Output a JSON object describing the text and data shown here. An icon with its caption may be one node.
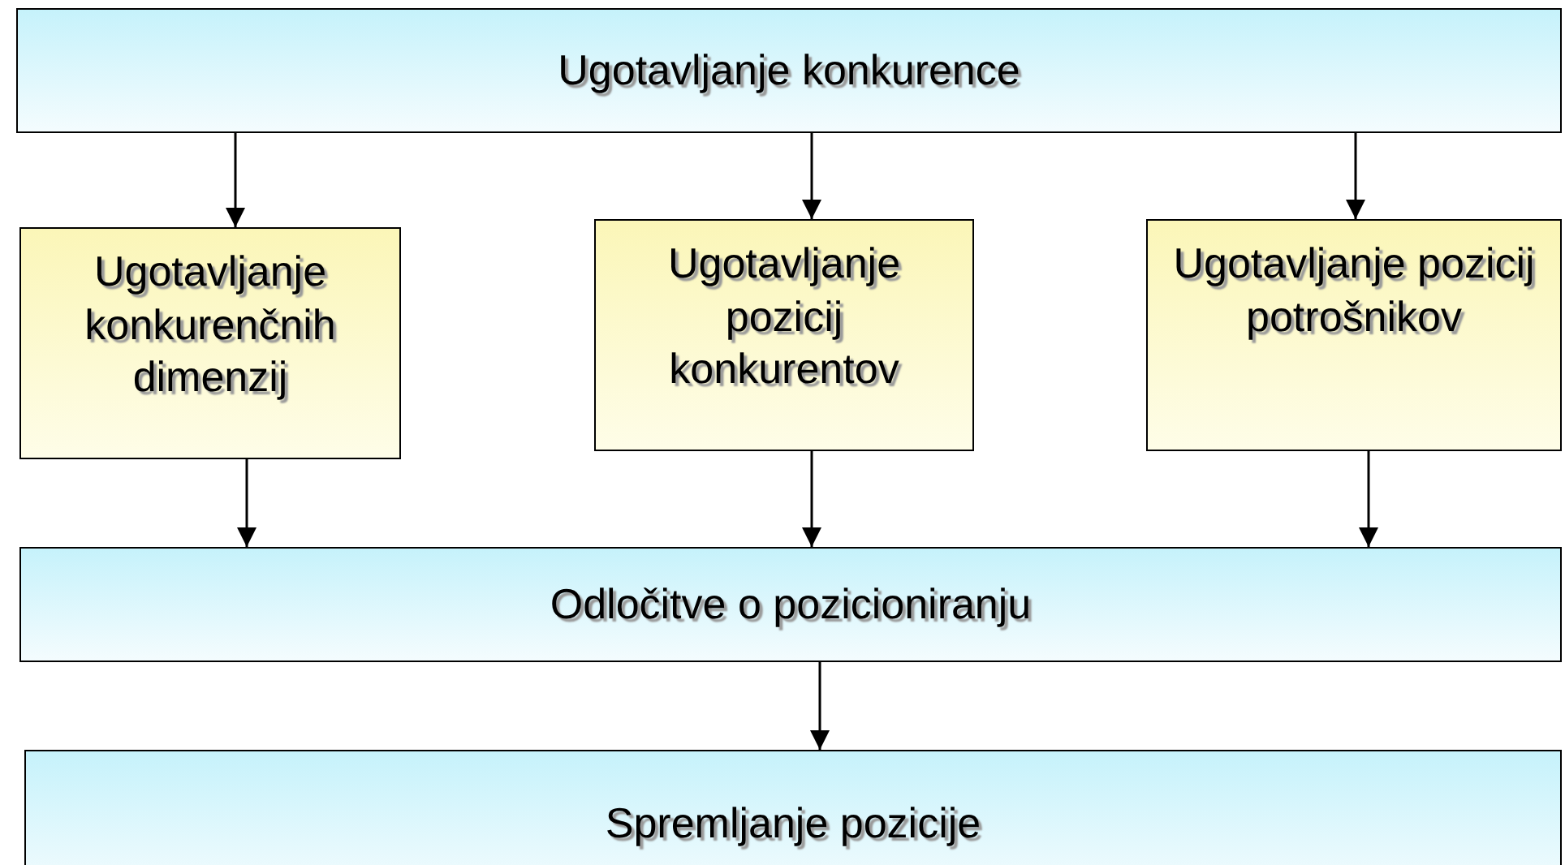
{
  "diagram": {
    "nodes": [
      {
        "text": [
          "Ugotavljanje konkurence"
        ]
      },
      {
        "text": [
          "Ugotavljanje konkurenčnih dimenzij"
        ]
      },
      {
        "text": [
          "Ugotavljanje pozicij konkurentov"
        ]
      },
      {
        "text": [
          "Ugotavljanje pozicij potrošnikov"
        ]
      },
      {
        "text": [
          "Odločitve o pozicioniranju"
        ]
      },
      {
        "text": [
          "Spremljanje pozicije"
        ]
      }
    ],
    "edges": [
      {
        "from": 0,
        "to": 1,
        "arrow": "to"
      },
      {
        "from": 0,
        "to": 2,
        "arrow": "to"
      },
      {
        "from": 0,
        "to": 3,
        "arrow": "to"
      },
      {
        "from": 1,
        "to": 4,
        "arrow": "to"
      },
      {
        "from": 2,
        "to": 4,
        "arrow": "to"
      },
      {
        "from": 3,
        "to": 4,
        "arrow": "to"
      },
      {
        "from": 4,
        "to": 5,
        "arrow": "to"
      }
    ]
  }
}
